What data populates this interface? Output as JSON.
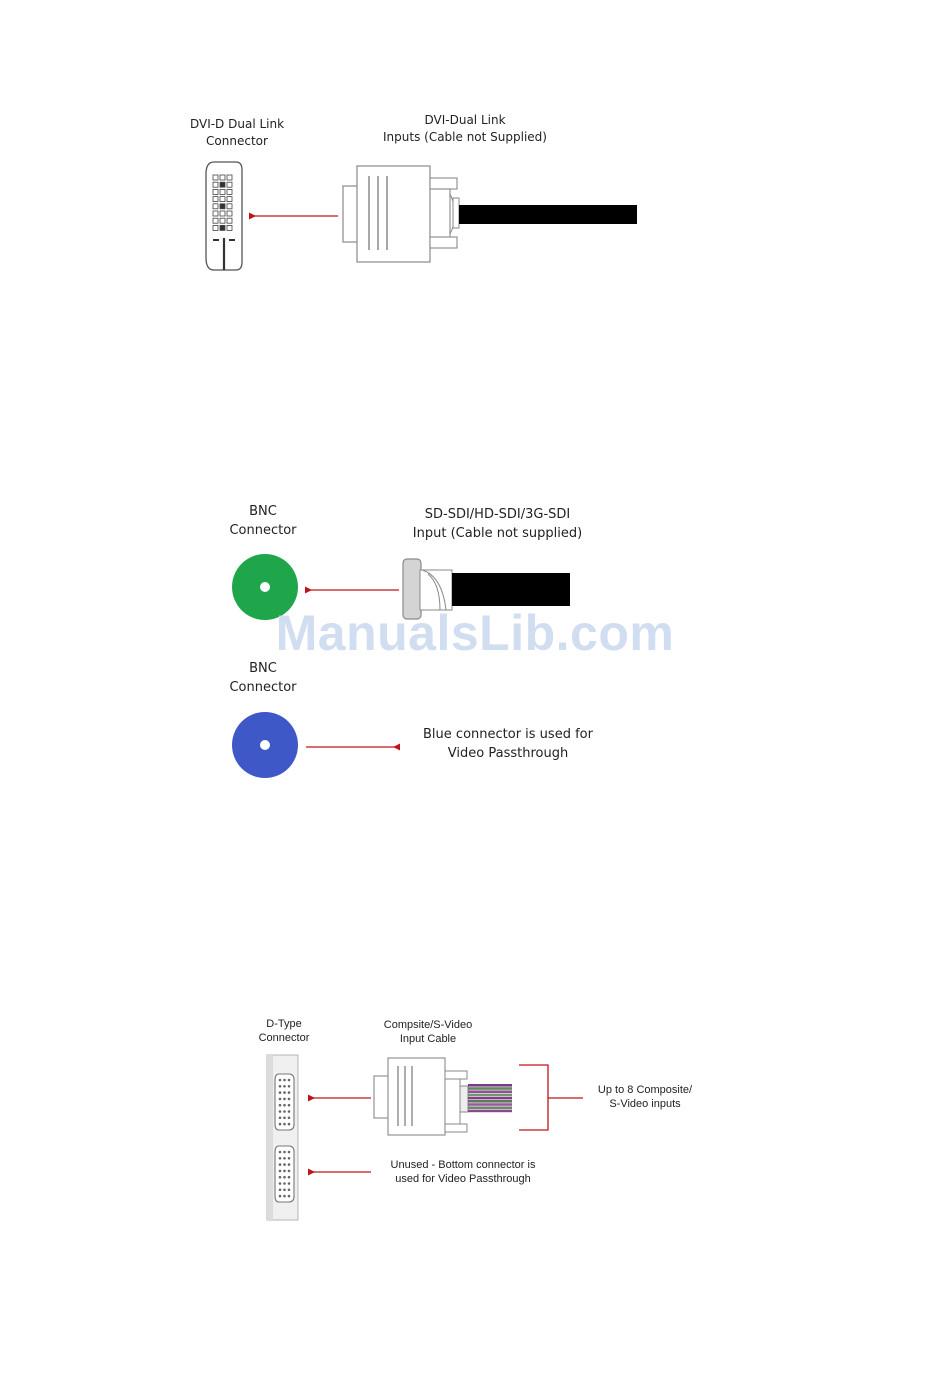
{
  "dvi_section": {
    "connector_label": [
      "DVI-D Dual Link",
      "Connector"
    ],
    "cable_label": [
      "DVI-Dual Link",
      "Inputs (Cable not Supplied)"
    ]
  },
  "bnc_section": {
    "connector_label_top": [
      "BNC",
      "Connector"
    ],
    "cable_label": [
      "SD-SDI/HD-SDI/3G-SDI",
      "Input (Cable not supplied)"
    ],
    "connector_label_bottom": [
      "BNC",
      "Connector"
    ],
    "passthrough_note": [
      "Blue connector is used for",
      "Video Passthrough"
    ]
  },
  "dtype_section": {
    "connector_label": [
      "D-Type",
      "Connector"
    ],
    "cable_label": [
      "Compsite/S-Video",
      "Input Cable"
    ],
    "inputs_note": [
      "Up to 8 Composite/",
      "S-Video inputs"
    ],
    "unused_note": [
      "Unused - Bottom connector is",
      "used for Video Passthrough"
    ]
  },
  "watermark": "ManualsLib.com",
  "colors": {
    "arrow": "#c0141a",
    "bnc_green": "#1fa64a",
    "bnc_blue": "#3f58c8",
    "cable": "#000000",
    "connector_outline": "#8a8a8a"
  }
}
